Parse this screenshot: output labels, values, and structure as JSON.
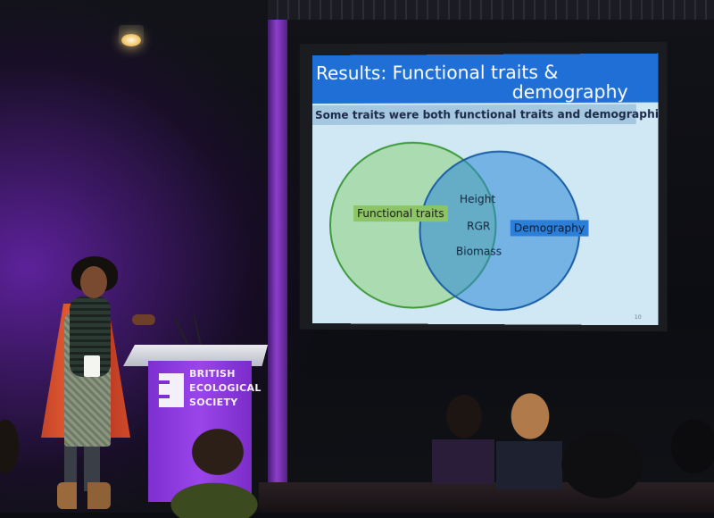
{
  "slide": {
    "title_line1": "Results: Functional traits &",
    "title_line2": "demography",
    "subtitle": "Some traits were both functional traits and demographic measures",
    "left_set_label": "Functional traits",
    "right_set_label": "Demography",
    "overlap_items": [
      "Height",
      "RGR",
      "Biomass"
    ],
    "slide_number": "10",
    "colors": {
      "title_bar": "#1f6fd6",
      "background": "#cfe8f3",
      "left_circle": "#8cc466",
      "right_circle": "#2c7fd8"
    }
  },
  "lectern": {
    "logo_lines": [
      "BRITISH",
      "ECOLOGICAL",
      "SOCIETY"
    ],
    "color": "#8a3ae0"
  },
  "scene": {
    "accent_light": "#9b43e0"
  }
}
